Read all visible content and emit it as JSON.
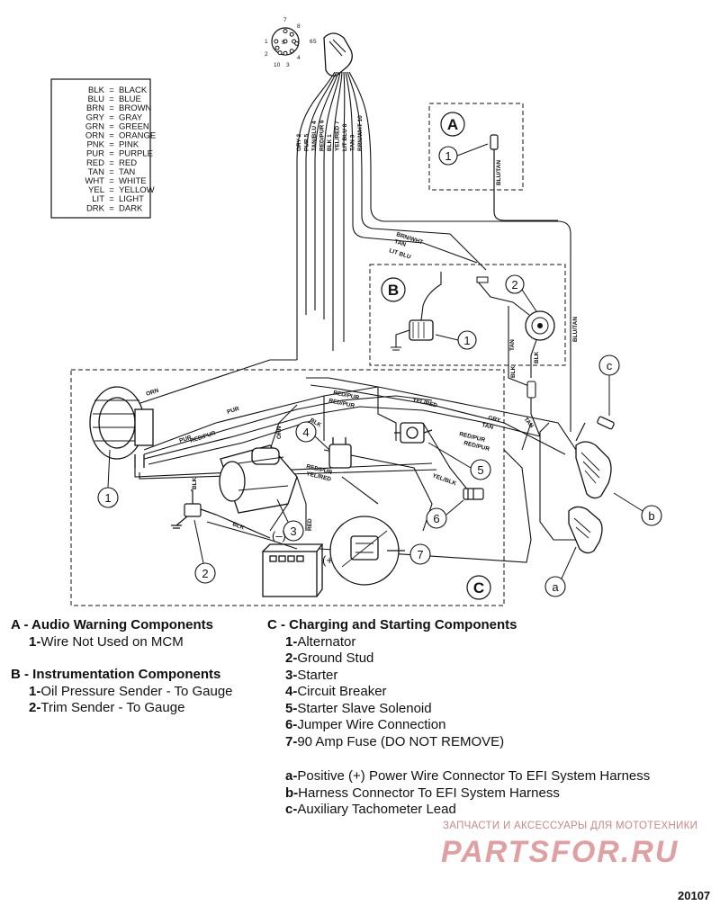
{
  "legend": [
    {
      "code": "BLK",
      "color": "BLACK"
    },
    {
      "code": "BLU",
      "color": "BLUE"
    },
    {
      "code": "BRN",
      "color": "BROWN"
    },
    {
      "code": "GRY",
      "color": "GRAY"
    },
    {
      "code": "GRN",
      "color": "GREEN"
    },
    {
      "code": "ORN",
      "color": "ORANGE"
    },
    {
      "code": "PNK",
      "color": "PINK"
    },
    {
      "code": "PUR",
      "color": "PURPLE"
    },
    {
      "code": "RED",
      "color": "RED"
    },
    {
      "code": "TAN",
      "color": "TAN"
    },
    {
      "code": "WHT",
      "color": "WHITE"
    },
    {
      "code": "YEL",
      "color": "YELLOW"
    },
    {
      "code": "LIT",
      "color": "LIGHT"
    },
    {
      "code": "DRK",
      "color": "DARK"
    }
  ],
  "legend_separator": "=",
  "connector_pins": [
    "7",
    "8",
    "6",
    "1",
    "5",
    "2",
    "10",
    "3",
    "4",
    "9"
  ],
  "harness_wires": [
    "GRY 2",
    "PUR 5",
    "TAN/BLU 4",
    "RED/PUR 6",
    "BLK 1",
    "YEL/RED 7",
    "LIT BLU 8",
    "TAN 3",
    "BRN/WHT 10"
  ],
  "wire_labels": {
    "blu_tan": "BLU/TAN",
    "brn_wht": "BRN/WHT",
    "tan": "TAN",
    "lit_blu": "LIT BLU",
    "blk": "BLK",
    "orn": "ORN",
    "pur": "PUR",
    "red_pur": "RED/PUR",
    "yel_red": "YEL/RED",
    "gry": "GRY",
    "red": "RED",
    "yel_blk": "YEL/BLK"
  },
  "diagram_sections": {
    "a": "A",
    "b": "B",
    "c": "C"
  },
  "callouts": {
    "a1": "1",
    "b1": "1",
    "b2": "2",
    "c1": "1",
    "c2": "2",
    "c3": "3",
    "c4": "4",
    "c5": "5",
    "c6": "6",
    "c7": "7",
    "ca": "a",
    "cb": "b",
    "cc": "c"
  },
  "battery_signs": {
    "neg": "(–)",
    "pos": "(+)"
  },
  "sections": {
    "a": {
      "title": "A - Audio Warning Components",
      "items": [
        {
          "num": "1-",
          "text": "Wire Not Used on MCM"
        }
      ]
    },
    "b": {
      "title": "B - Instrumentation Components",
      "items": [
        {
          "num": "1-",
          "text": "Oil Pressure Sender - To Gauge"
        },
        {
          "num": "2-",
          "text": "Trim Sender - To Gauge"
        }
      ]
    },
    "c": {
      "title": "C - Charging and Starting Components",
      "items": [
        {
          "num": "1-",
          "text": "Alternator"
        },
        {
          "num": "2-",
          "text": "Ground Stud"
        },
        {
          "num": "3-",
          "text": "Starter"
        },
        {
          "num": "4-",
          "text": "Circuit Breaker"
        },
        {
          "num": "5-",
          "text": "Starter Slave Solenoid"
        },
        {
          "num": "6-",
          "text": "Jumper Wire Connection"
        },
        {
          "num": "7-",
          "text": "90 Amp Fuse (DO NOT REMOVE)"
        }
      ]
    }
  },
  "notes": [
    {
      "num": "a-",
      "text": "Positive (+) Power Wire Connector To EFI System Harness"
    },
    {
      "num": "b-",
      "text": "Harness Connector To EFI System Harness"
    },
    {
      "num": "c-",
      "text": "Auxiliary Tachometer Lead"
    }
  ],
  "watermark": {
    "small": "ЗАПЧАСТИ И АКСЕССУАРЫ ДЛЯ МОТОТЕХНИКИ",
    "logo": "PARTSFOR.RU",
    "color": "#e0a0a2"
  },
  "figure_code": "20107"
}
